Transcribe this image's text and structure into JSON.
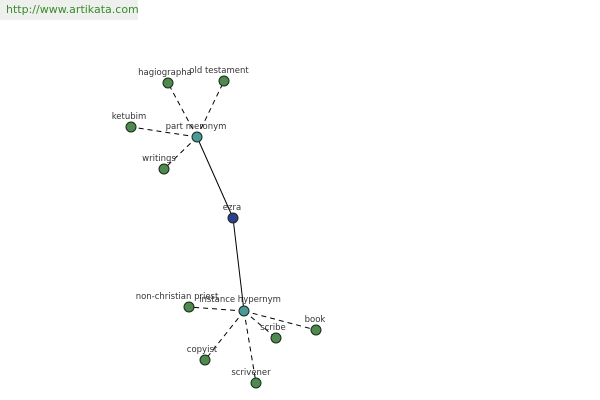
{
  "source": {
    "url_text": "http://www.artikata.com"
  },
  "colors": {
    "center": "#2f3f8f",
    "relation": "#4a9a9a",
    "leaf": "#4e8a4e",
    "link": "#3a8a2a"
  },
  "graph": {
    "center": {
      "id": "ezra",
      "label": "ezra"
    },
    "relations": [
      {
        "id": "part-meronym",
        "label": "part meronym"
      },
      {
        "id": "instance-hypernym",
        "label": "instance hypernym"
      }
    ],
    "leaves": [
      {
        "id": "hagiographa",
        "label": "hagiographa",
        "parent": "part-meronym"
      },
      {
        "id": "old-testament",
        "label": "old testament",
        "parent": "part-meronym"
      },
      {
        "id": "ketubim",
        "label": "ketubim",
        "parent": "part-meronym"
      },
      {
        "id": "writings",
        "label": "writings",
        "parent": "part-meronym"
      },
      {
        "id": "non-christian-priest",
        "label": "non-christian priest",
        "parent": "instance-hypernym"
      },
      {
        "id": "book",
        "label": "book",
        "parent": "instance-hypernym"
      },
      {
        "id": "scribe",
        "label": "scribe",
        "parent": "instance-hypernym"
      },
      {
        "id": "copyist",
        "label": "copyist",
        "parent": "instance-hypernym"
      },
      {
        "id": "scrivener",
        "label": "scrivener",
        "parent": "instance-hypernym"
      }
    ]
  }
}
